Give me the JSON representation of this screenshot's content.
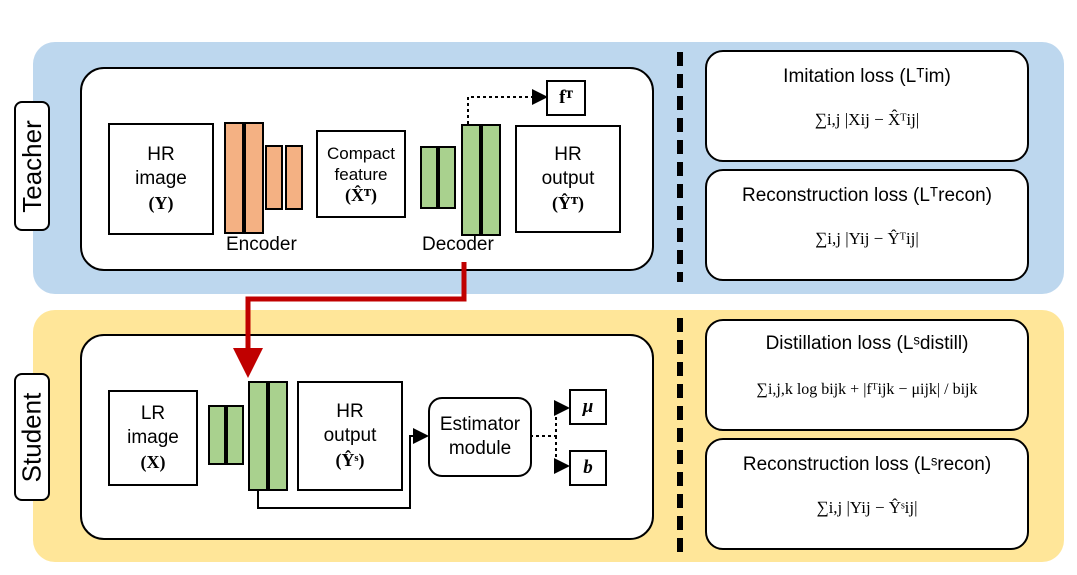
{
  "colors": {
    "teacher_bg": "#bdd7ee",
    "student_bg": "#ffe699",
    "encoder": "#f4b183",
    "decoder": "#a9d18e",
    "transfer_arrow": "#c00000"
  },
  "teacher": {
    "label": "Teacher",
    "hr_image": {
      "line1": "HR",
      "line2": "image",
      "symbol": "(Y)"
    },
    "encoder_label": "Encoder",
    "compact_feature": {
      "line1": "Compact",
      "line2": "feature",
      "symbol": "(X̂ᵀ)"
    },
    "decoder_label": "Decoder",
    "hr_output": {
      "line1": "HR",
      "line2": "output",
      "symbol": "(Ŷᵀ)"
    },
    "feature_output": "fᵀ"
  },
  "student": {
    "label": "Student",
    "lr_image": {
      "line1": "LR",
      "line2": "image",
      "symbol": "(X)"
    },
    "hr_output": {
      "line1": "HR",
      "line2": "output",
      "symbol": "(Ŷˢ)"
    },
    "estimator": {
      "line1": "Estimator",
      "line2": "module"
    },
    "mu_output": "μ",
    "b_output": "b"
  },
  "losses": {
    "imitation": {
      "title": "Imitation loss (Lᵀim)",
      "formula": "∑i,j |Xij − X̂ᵀij|"
    },
    "teacher_recon": {
      "title": "Reconstruction loss (Lᵀrecon)",
      "formula": "∑i,j |Yij − Ŷᵀij|"
    },
    "distillation": {
      "title": "Distillation loss (Lˢdistill)",
      "formula": "∑i,j,k log bijk + |fᵀijk − μijk| / bijk"
    },
    "student_recon": {
      "title": "Reconstruction loss (Lˢrecon)",
      "formula": "∑i,j |Yij − Ŷˢij|"
    }
  }
}
